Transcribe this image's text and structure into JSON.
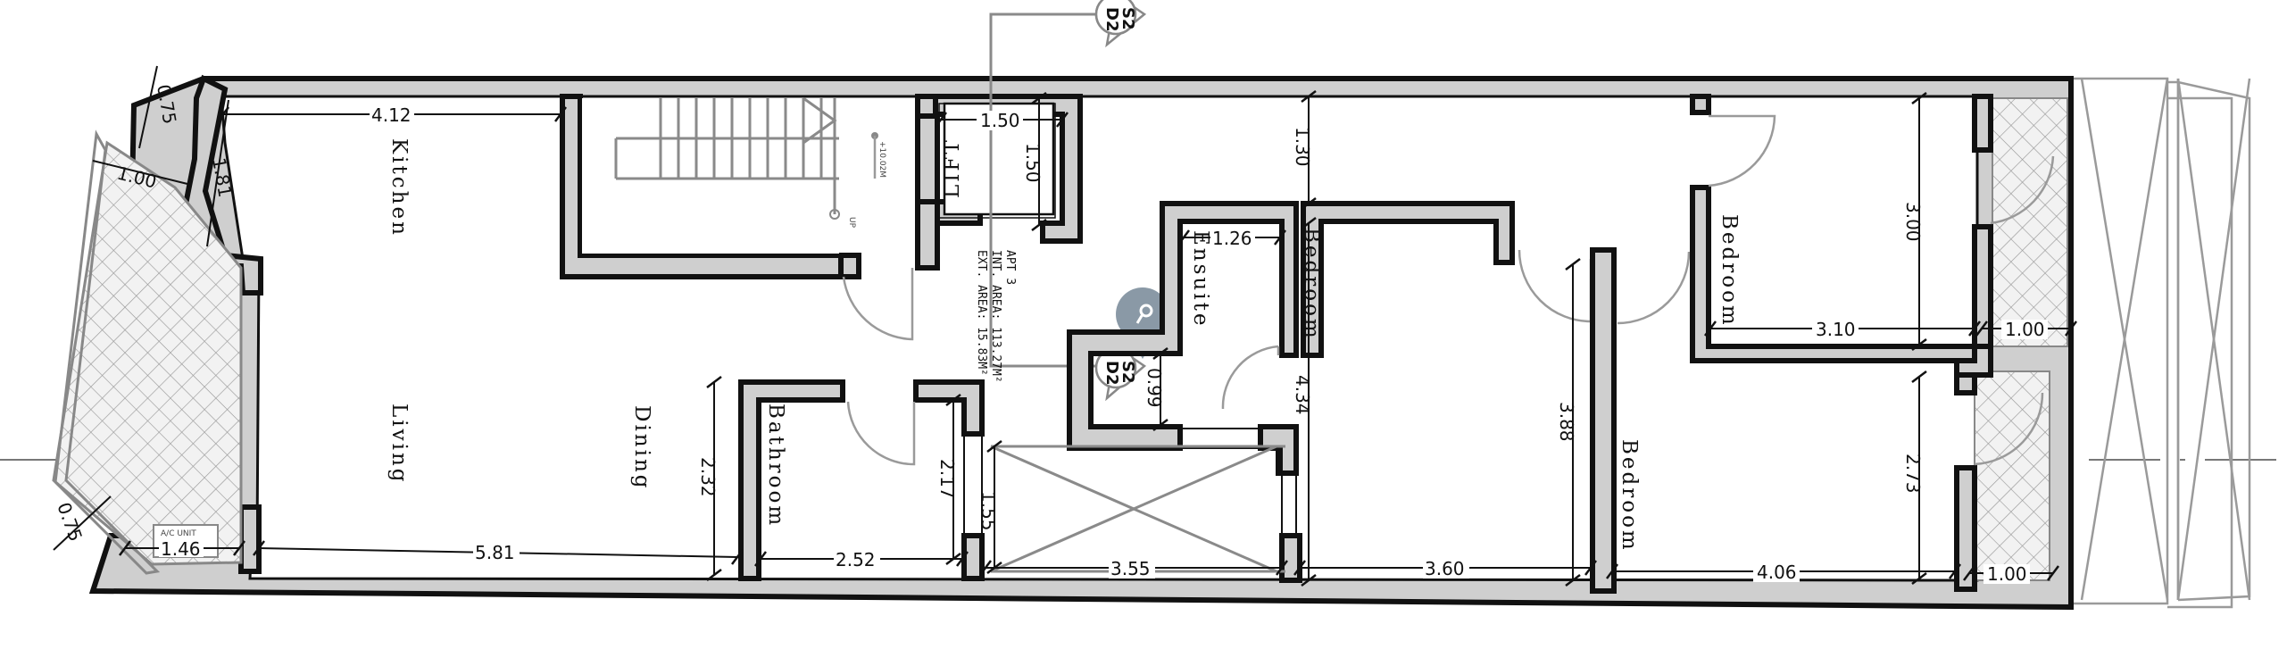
{
  "rooms": {
    "kitchen": "Kitchen",
    "living": "Living",
    "dining": "Dining",
    "bathroom": "Bathroom",
    "ensuite": "Ensuite",
    "bedroom1": "Bedroom",
    "bedroom2": "Bedroom",
    "bedroom3": "Bedroom",
    "lift": "LIFT"
  },
  "apartment": {
    "name": "APT 3",
    "int_area": "INT. AREA: 113.27M²",
    "ext_area": "EXT. AREA: 15.83M²"
  },
  "section_marker": {
    "line1": "S2",
    "line2": "D2"
  },
  "level_mark": "+10.02M",
  "stair_up": "UP",
  "ac_unit": "A/C\nUNIT",
  "dimensions": {
    "d_0_75_top": "0.75",
    "d_1_00_left": "1.00",
    "d_1_81": "1.81",
    "d_4_12": "4.12",
    "d_1_50_h": "1.50",
    "d_1_50_v": "1.50",
    "d_1_30": "1.30",
    "d_1_26": "1.26",
    "d_0_99": "0.99",
    "d_4_34": "4.34",
    "d_3_88": "3.88",
    "d_3_00": "3.00",
    "d_3_10": "3.10",
    "d_1_00_right_top": "1.00",
    "d_2_73": "2.73",
    "d_1_00_right_bot": "1.00",
    "d_4_06": "4.06",
    "d_3_60": "3.60",
    "d_3_55": "3.55",
    "d_1_55": "1.55",
    "d_2_17": "2.17",
    "d_2_32": "2.32",
    "d_2_52": "2.52",
    "d_5_81": "5.81",
    "d_1_46": "1.46",
    "d_0_75_bot": "0.75"
  }
}
